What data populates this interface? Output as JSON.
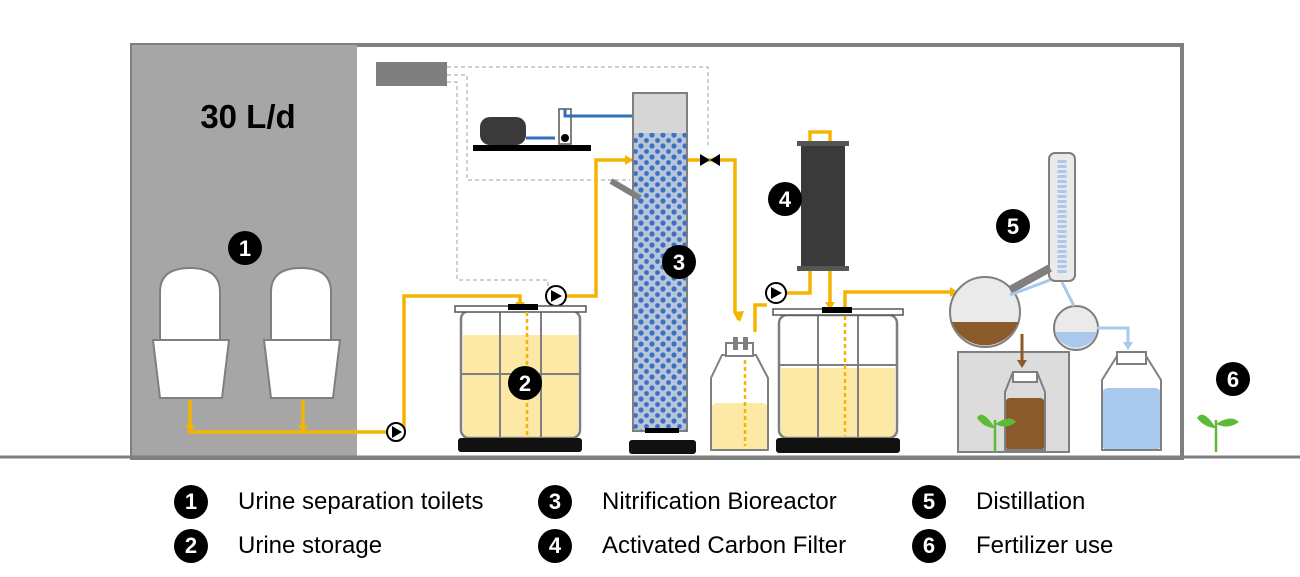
{
  "capacity_label": "30 L/d",
  "markers": [
    "1",
    "2",
    "3",
    "4",
    "5",
    "6"
  ],
  "legend": [
    {
      "num": "1",
      "label": "Urine separation toilets"
    },
    {
      "num": "2",
      "label": "Urine storage"
    },
    {
      "num": "3",
      "label": "Nitrification Bioreactor"
    },
    {
      "num": "4",
      "label": "Activated Carbon Filter"
    },
    {
      "num": "5",
      "label": "Distillation"
    },
    {
      "num": "6",
      "label": "Fertilizer use"
    }
  ],
  "colors": {
    "pipe": "#F5B400",
    "urine": "#FDE9A6",
    "air": "#2F6FBF",
    "beads": "#3D6FC8",
    "brown": "#8B5A2B",
    "distillate": "#A8C8EC",
    "plant": "#5DBB3A",
    "toilet_room": "#A6A6A6"
  }
}
